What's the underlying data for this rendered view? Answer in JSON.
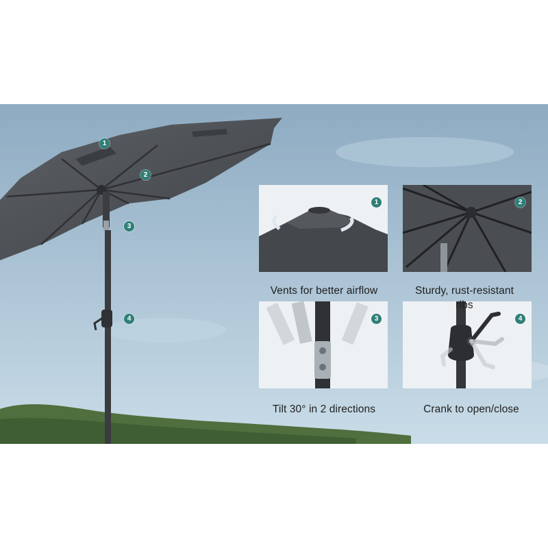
{
  "colors": {
    "accent": "#2f7f78",
    "caption_text": "#202020",
    "sky_top": "#8aa8c0",
    "sky_bottom": "#c7dbe8",
    "canopy": "#4c4f53",
    "pole": "#3b3d40",
    "hills": "#51733f"
  },
  "main_markers": [
    "1",
    "2",
    "3",
    "4"
  ],
  "features": [
    {
      "number": "1",
      "caption": "Vents for better airflow",
      "icon": "vent-icon"
    },
    {
      "number": "2",
      "caption": "Sturdy, rust-resistant ribs",
      "icon": "ribs-icon"
    },
    {
      "number": "3",
      "caption": "Tilt 30° in 2 directions",
      "icon": "tilt-icon"
    },
    {
      "number": "4",
      "caption": "Crank to open/close",
      "icon": "crank-icon"
    }
  ]
}
